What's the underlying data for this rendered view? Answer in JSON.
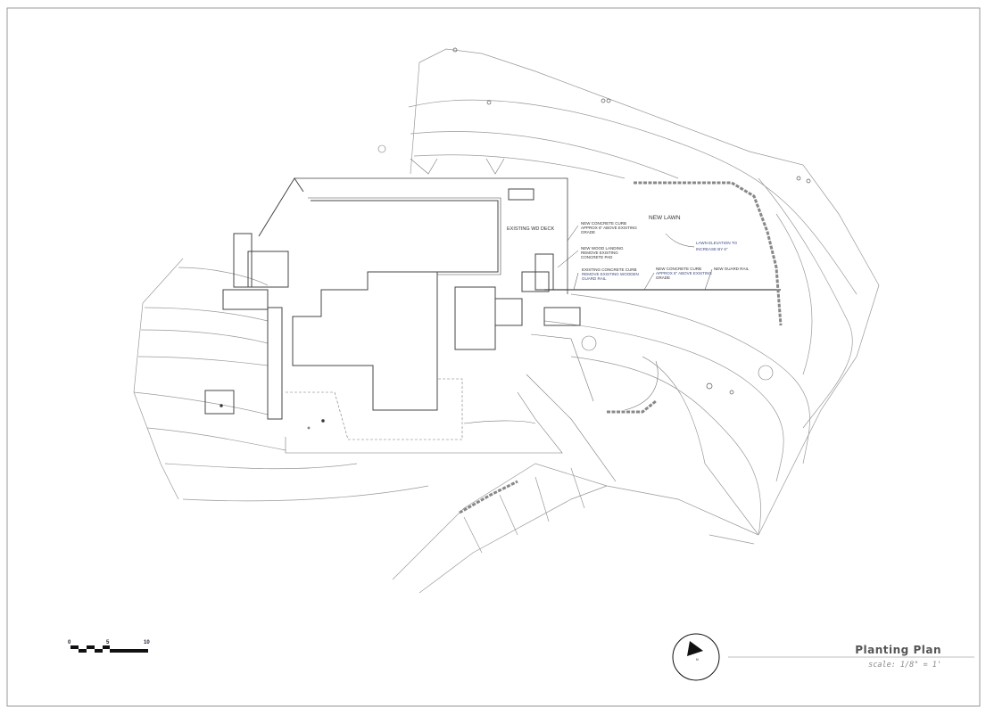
{
  "title_block": {
    "title": "Planting Plan",
    "scale": "scale: 1/8\" = 1'"
  },
  "scale_bar": {
    "labels": [
      "0",
      "5",
      "10"
    ]
  },
  "north_arrow": {
    "label": "N"
  },
  "annotations": {
    "existing_deck": "EXISTING WD DECK",
    "new_lawn": "NEW LAWN",
    "lawn_elevation": [
      "LAWN ELEVATION TO",
      "INCREASE BY 6\""
    ],
    "new_curb_1": [
      "NEW CONCRETE CURB",
      "APPROX 6\" ABOVE EXISTING",
      "GRADE"
    ],
    "wood_landing": [
      "NEW WOOD LANDING",
      "REMOVE EXISTING",
      "CONCRETE PAD"
    ],
    "existing_curb": [
      "EXISTING CONCRETE CURB",
      "REMOVE EXISTING WOODEN",
      "GUARD RAIL"
    ],
    "new_curb_2": [
      "NEW CONCRETE CURB",
      "APPROX 6\" ABOVE EXISTING",
      "GRADE"
    ],
    "guard_rail": "NEW GUARD RAIL"
  }
}
